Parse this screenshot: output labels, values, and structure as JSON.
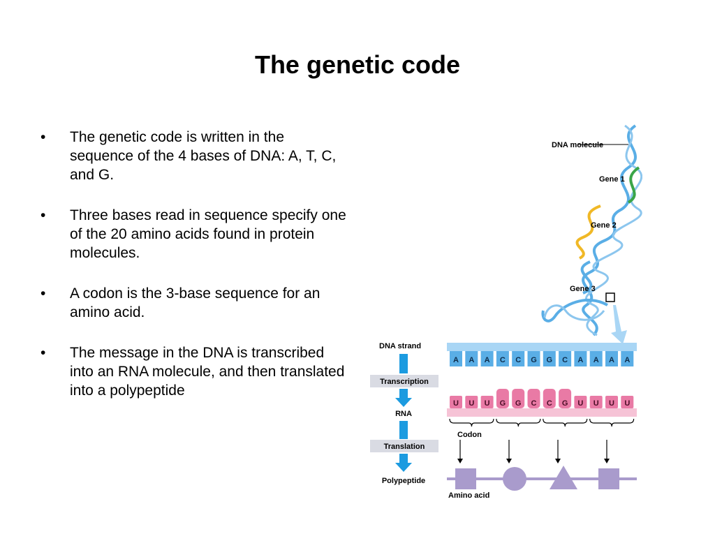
{
  "slide": {
    "title": "The genetic code",
    "bullets": [
      {
        "text": "The genetic code is written in the sequence of the 4 bases of DNA: A, T, C, and G."
      },
      {
        "text": "Three bases read in sequence specify one of the 20 amino acids found in protein molecules."
      },
      {
        "text": "A codon is the 3-base sequence for an amino acid."
      },
      {
        "text": "The message in the DNA is transcribed into an RNA molecule, and then translated into a polypeptide"
      }
    ],
    "bullet_symbol": "•"
  },
  "figure": {
    "labels": {
      "dna_molecule": "DNA molecule",
      "gene1": "Gene 1",
      "gene2": "Gene 2",
      "gene3": "Gene 3",
      "dna_strand": "DNA strand",
      "transcription": "Transcription",
      "rna": "RNA",
      "translation": "Translation",
      "polypeptide": "Polypeptide",
      "codon": "Codon",
      "amino_acid": "Amino acid"
    },
    "dna_bases": [
      "A",
      "A",
      "A",
      "C",
      "C",
      "G",
      "G",
      "C",
      "A",
      "A",
      "A",
      "A"
    ],
    "rna_bases": [
      "U",
      "U",
      "U",
      "G",
      "G",
      "C",
      "C",
      "G",
      "U",
      "U",
      "U",
      "U"
    ],
    "amino_acid_shapes": [
      "square",
      "circle",
      "triangle",
      "square"
    ],
    "colors": {
      "dna_blue": "#5aaee6",
      "dna_light": "#a9d6f5",
      "rna_pink": "#e97aa5",
      "rna_light": "#f6c3d6",
      "arrow_blue": "#1c9be0",
      "label_box": "#d9dbe3",
      "amino_purple": "#a99bcc",
      "gene_green": "#3aa548",
      "gene_yellow": "#f0b826"
    }
  }
}
